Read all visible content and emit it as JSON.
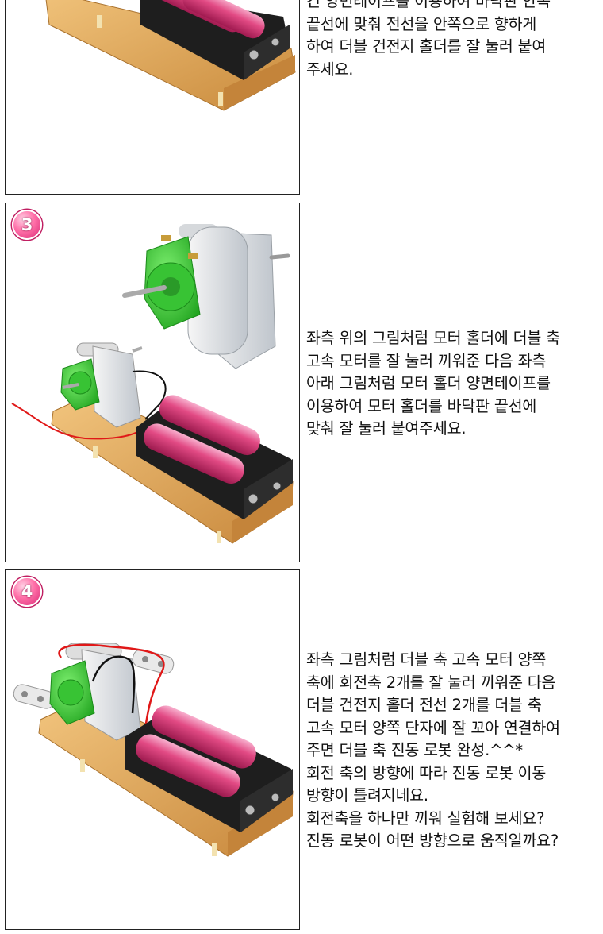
{
  "steps": [
    {
      "lines": [
        "긴 양면테이프를 이용하여 바닥판 안쪽",
        "끝선에 맞춰 전선을 안쪽으로 향하게",
        "하여 더블 건전지 홀더를 잘 눌러 붙여",
        "주세요."
      ]
    },
    {
      "number": "3",
      "lines": [
        "좌측 위의 그림처럼 모터 홀더에 더블 축",
        "고속 모터를 잘 눌러 끼워준 다음 좌측",
        "아래 그림처럼 모터 홀더 양면테이프를",
        "이용하여 모터 홀더를 바닥판 끝선에",
        "맞춰 잘 눌러 붙여주세요."
      ]
    },
    {
      "number": "4",
      "lines": [
        "좌측 그림처럼 더블 축 고속 모터 양쪽",
        "축에 회전축 2개를 잘 눌러 끼워준 다음",
        "더블 건전지 홀더 전선 2개를 더블 축",
        "고속 모터 양쪽 단자에 잘 꼬아 연결하여",
        "주면 더블 축 진동 로봇 완성.^^*",
        "회전 축의 방향에 따라 진동 로봇 이동",
        "방향이 틀려지네요.",
        "회전축을 하나만 끼워 실험해 보세요?",
        "진동 로봇이 어떤 방향으로 움직일까요?"
      ]
    }
  ],
  "colors": {
    "badge": "#e23a82",
    "wood": "#d99a4a",
    "battery": "#e0457e",
    "holder": "#1e1e1e",
    "motor_gear": "#3fcf3a",
    "motor_body": "#e8e8e8",
    "wire_red": "#e01818"
  }
}
